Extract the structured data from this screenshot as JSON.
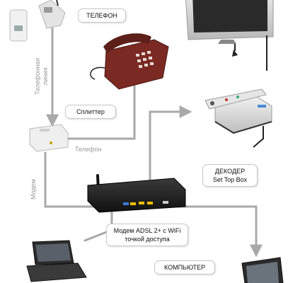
{
  "labels": {
    "telephone": "ТЕЛЕФОН",
    "splitter": "Сплиттер",
    "decoder_title": "ДЕКОДЕР",
    "decoder_subtitle": "Set Top Box",
    "modem_line1": "Модем ADSL 2+ с WiFi",
    "modem_line2": "точкой доступа",
    "computer": "КОМПЬЮТЕР",
    "phone_line_1": "Телефонная",
    "phone_line_2": "линия",
    "phone_link": "Телефон",
    "modem_link": "Модем"
  },
  "colors": {
    "line": "#a9a9a9",
    "box_border": "#c9c9c9",
    "phone_body": "#7a2a22",
    "device_dark": "#1c1c1c",
    "device_silver": "#d6d6d6"
  },
  "icons": {
    "tv": "flat-tv-icon",
    "phone": "desk-phone-icon",
    "socket": "wall-socket-icon",
    "splitter": "splitter-icon",
    "stb": "set-top-box-icon",
    "remote": "remote-control-icon",
    "router": "wifi-router-icon",
    "laptop": "laptop-icon",
    "pc": "monitor-icon"
  }
}
